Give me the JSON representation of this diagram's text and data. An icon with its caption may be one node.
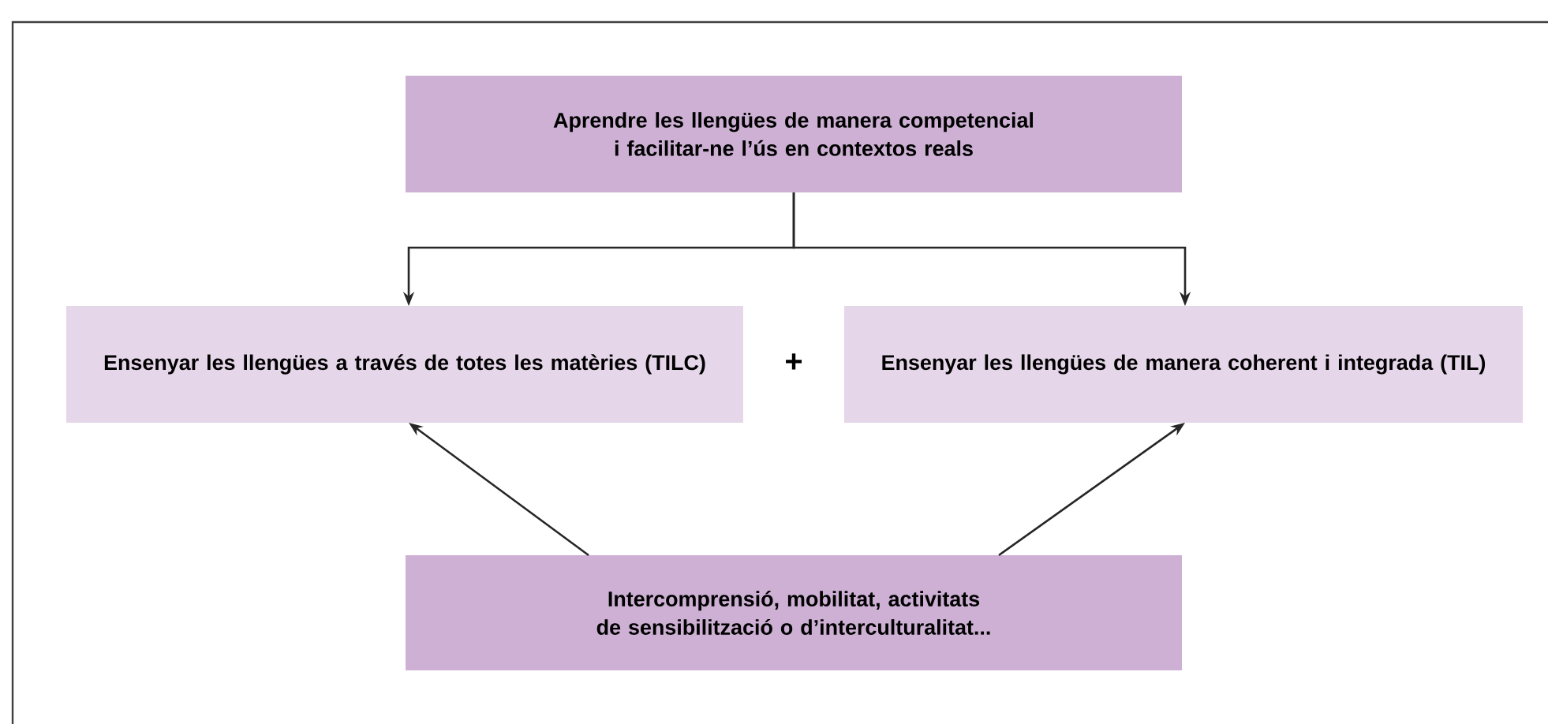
{
  "diagram": {
    "nodes": [
      {
        "text": [
          "Aprendre les llengües de manera competencial i facilitar-ne l’ús en contextos reals"
        ]
      },
      {
        "text": [
          "Ensenyar les llengües a través de totes les matèries (TILC)"
        ]
      },
      {
        "text": [
          "Ensenyar les llengües de manera coherent i integrada (TIL)"
        ]
      },
      {
        "text": [
          "Intercomprensió, mobilitat, activitats de sensibilització o d’interculturalitat..."
        ]
      }
    ],
    "edges": [
      {
        "from": 0,
        "to": 1,
        "arrow": "to"
      },
      {
        "from": 0,
        "to": 2,
        "arrow": "to"
      },
      {
        "from": 3,
        "to": 1,
        "arrow": "to"
      },
      {
        "from": 3,
        "to": 2,
        "arrow": "to"
      }
    ],
    "labels": [
      "+"
    ]
  }
}
